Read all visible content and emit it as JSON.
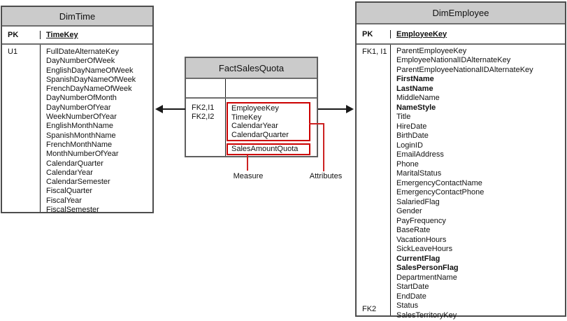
{
  "tables": {
    "dimtime": {
      "title": "DimTime",
      "pk_label": "PK",
      "pk_field": "TimeKey",
      "key_label": "U1",
      "fields": [
        "FullDateAlternateKey",
        "DayNumberOfWeek",
        "EnglishDayNameOfWeek",
        "SpanishDayNameOfWeek",
        "FrenchDayNameOfWeek",
        "DayNumberOfMonth",
        "DayNumberOfYear",
        "WeekNumberOfYear",
        "EnglishMonthName",
        "SpanishMonthName",
        "FrenchMonthName",
        "MonthNumberOfYear",
        "CalendarQuarter",
        "CalendarYear",
        "CalendarSemester",
        "FiscalQuarter",
        "FiscalYear",
        "FiscalSemester"
      ],
      "bold_fields": []
    },
    "factsalesquota": {
      "title": "FactSalesQuota",
      "key_labels": [
        "FK2,I1",
        "FK2,I2"
      ],
      "attribute_fields": [
        "EmployeeKey",
        "TimeKey",
        "CalendarYear",
        "CalendarQuarter"
      ],
      "measure_fields": [
        "SalesAmountQuota"
      ]
    },
    "dimemployee": {
      "title": "DimEmployee",
      "pk_label": "PK",
      "pk_field": "EmployeeKey",
      "key_label_top": "FK1, I1",
      "key_label_bottom": "FK2",
      "fields": [
        "ParentEmployeeKey",
        "EmployeeNationalIDAlternateKey",
        "ParentEmployeeNationalIDAlternateKey",
        "FirstName",
        "LastName",
        "MiddleName",
        "NameStyle",
        "Title",
        "HireDate",
        "BirthDate",
        "LoginID",
        "EmailAddress",
        "Phone",
        "MaritalStatus",
        "EmergencyContactName",
        "EmergencyContactPhone",
        "SalariedFlag",
        "Gender",
        "PayFrequency",
        "BaseRate",
        "VacationHours",
        "SickLeaveHours",
        "CurrentFlag",
        "SalesPersonFlag",
        "DepartmentName",
        "StartDate",
        "EndDate",
        "Status",
        "SalesTerritoryKey"
      ],
      "bold_fields": [
        "FirstName",
        "LastName",
        "NameStyle",
        "CurrentFlag",
        "SalesPersonFlag"
      ]
    }
  },
  "annotations": {
    "measure_label": "Measure",
    "attributes_label": "Attributes"
  },
  "colors": {
    "header_fill": "#cbcbcb",
    "table_border": "#4d4d4d",
    "highlight_red": "#cc0000",
    "connector_black": "#1a1a1a"
  }
}
